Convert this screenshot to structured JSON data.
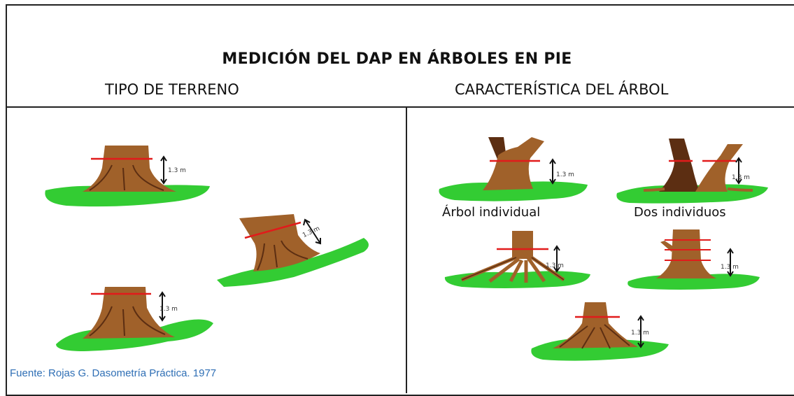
{
  "title": "MEDICIÓN DEL DAP EN ÁRBOLES EN PIE",
  "headers": {
    "left": "TIPO DE TERRENO",
    "right": "CARACTERÍSTICA DEL ÁRBOL"
  },
  "labels": {
    "individual": "Árbol individual",
    "two_individuals": "Dos individuos"
  },
  "measure_label": "1.3 m",
  "source": "Fuente: Rojas G. Dasometría Práctica. 1977",
  "colors": {
    "grass": "#33cc33",
    "trunk": "#a0612a",
    "trunk_dark": "#5c2e12",
    "dap_line": "#e11b1b",
    "source_text": "#2f6fb5"
  }
}
